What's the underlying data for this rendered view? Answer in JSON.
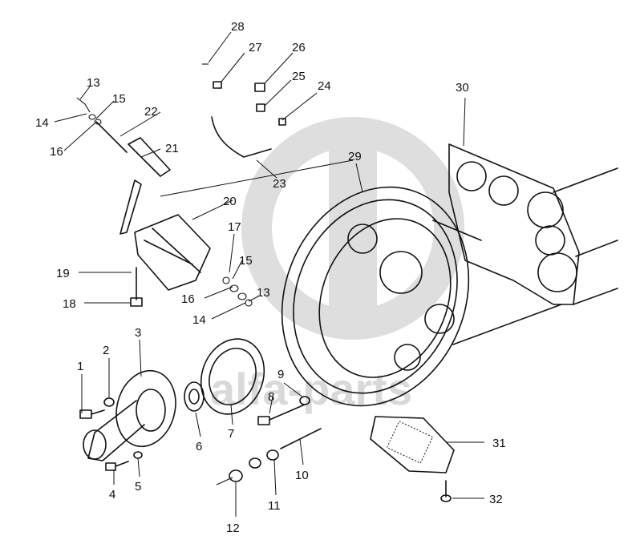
{
  "watermark": {
    "text": "alfa-parts",
    "color": "#d9d9d9"
  },
  "callouts": {
    "c1": "1",
    "c2": "2",
    "c3": "3",
    "c4": "4",
    "c5": "5",
    "c6": "6",
    "c7": "7",
    "c8": "8",
    "c9": "9",
    "c10": "10",
    "c11": "11",
    "c12": "12",
    "c13a": "13",
    "c13b": "13",
    "c14a": "14",
    "c14b": "14",
    "c15a": "15",
    "c15b": "15",
    "c16a": "16",
    "c16b": "16",
    "c17": "17",
    "c18": "18",
    "c19": "19",
    "c20": "20",
    "c21": "21",
    "c22": "22",
    "c23": "23",
    "c24": "24",
    "c25": "25",
    "c26": "26",
    "c27": "27",
    "c28": "28",
    "c29": "29",
    "c30": "30",
    "c31": "31",
    "c32": "32"
  }
}
